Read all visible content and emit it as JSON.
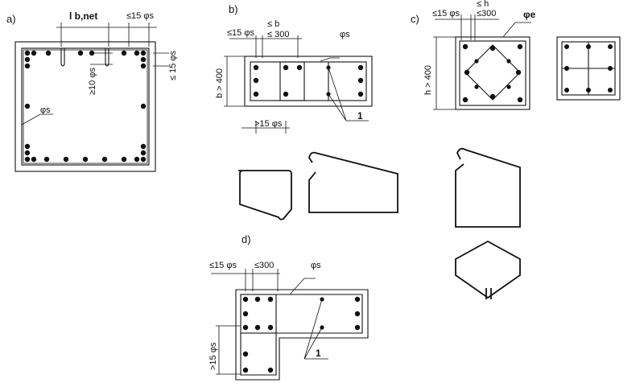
{
  "panels": {
    "a": {
      "label": "a)",
      "dim_top": "l b,net",
      "dim_right_top": "≤15 φs",
      "dim_right_side": "≤ 15 φs",
      "dim_inner": "≥10 φs",
      "leader": "φs"
    },
    "b": {
      "label": "b)",
      "dim_left": "≤15 φs",
      "dim_b": "≤ b",
      "dim_300": "≤ 300",
      "dim_side": "b > 400",
      "leader": "φs",
      "dim_bottom": ">15 φs",
      "callout": "1"
    },
    "c": {
      "label": "c)",
      "dim_left": "≤15 φs",
      "dim_h": "≤ h",
      "dim_300": "≤300",
      "leader": "φe",
      "dim_side": "h > 400"
    },
    "d": {
      "label": "d)",
      "dim_left": "≤15 φs",
      "dim_300": "≤300",
      "leader": "φs",
      "dim_side": ">15 φs",
      "callout": "1"
    }
  }
}
